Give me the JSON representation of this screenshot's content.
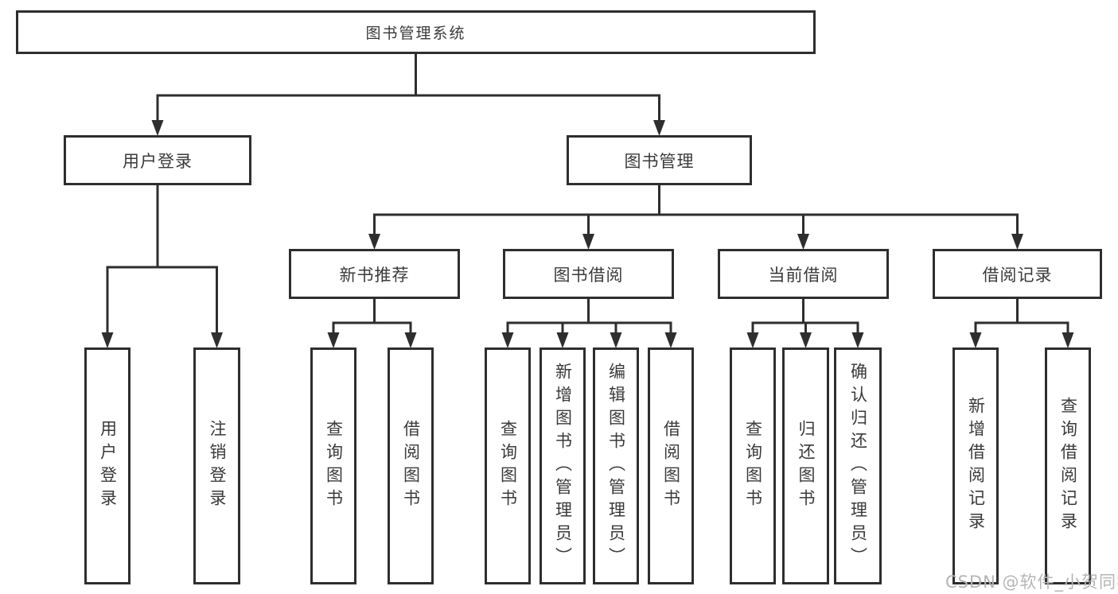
{
  "diagram": {
    "nodes": [
      {
        "id": "root",
        "label": "图书管理系统"
      },
      {
        "id": "user-login",
        "label": "用户登录"
      },
      {
        "id": "book-mgmt",
        "label": "图书管理"
      },
      {
        "id": "new-book-rec",
        "label": "新书推荐"
      },
      {
        "id": "book-borrow",
        "label": "图书借阅"
      },
      {
        "id": "current-borrow",
        "label": "当前借阅"
      },
      {
        "id": "borrow-records",
        "label": "借阅记录"
      },
      {
        "id": "user-login-leaf",
        "label": "用户登录"
      },
      {
        "id": "logout-leaf",
        "label": "注销登录"
      },
      {
        "id": "query-book-1",
        "label": "查询图书"
      },
      {
        "id": "borrow-book-1",
        "label": "借阅图书"
      },
      {
        "id": "query-book-2",
        "label": "查询图书"
      },
      {
        "id": "add-book",
        "label": "新增图书（管理员）"
      },
      {
        "id": "edit-book",
        "label": "编辑图书（管理员）"
      },
      {
        "id": "borrow-book-2",
        "label": "借阅图书"
      },
      {
        "id": "query-book-3",
        "label": "查询图书"
      },
      {
        "id": "return-book",
        "label": "归还图书"
      },
      {
        "id": "confirm-return",
        "label": "确认归还（管理员）"
      },
      {
        "id": "add-borrow-record",
        "label": "新增借阅记录"
      },
      {
        "id": "query-borrow-record",
        "label": "查询借阅记录"
      }
    ],
    "edges": [
      {
        "from": "root",
        "to": [
          "user-login",
          "book-mgmt"
        ]
      },
      {
        "from": "user-login",
        "to": [
          "user-login-leaf",
          "logout-leaf"
        ]
      },
      {
        "from": "book-mgmt",
        "to": [
          "new-book-rec",
          "book-borrow",
          "current-borrow",
          "borrow-records"
        ]
      },
      {
        "from": "new-book-rec",
        "to": [
          "query-book-1",
          "borrow-book-1"
        ]
      },
      {
        "from": "book-borrow",
        "to": [
          "query-book-2",
          "add-book",
          "edit-book",
          "borrow-book-2"
        ]
      },
      {
        "from": "current-borrow",
        "to": [
          "query-book-3",
          "return-book",
          "confirm-return"
        ]
      },
      {
        "from": "borrow-records",
        "to": [
          "add-borrow-record",
          "query-borrow-record"
        ]
      }
    ]
  },
  "watermark": {
    "text": "CSDN @软件_小贺同学"
  },
  "colors": {
    "line": "#2e2e2e",
    "text": "#3a3a3a",
    "watermark": "#b5b5b5",
    "background": "#ffffff"
  }
}
